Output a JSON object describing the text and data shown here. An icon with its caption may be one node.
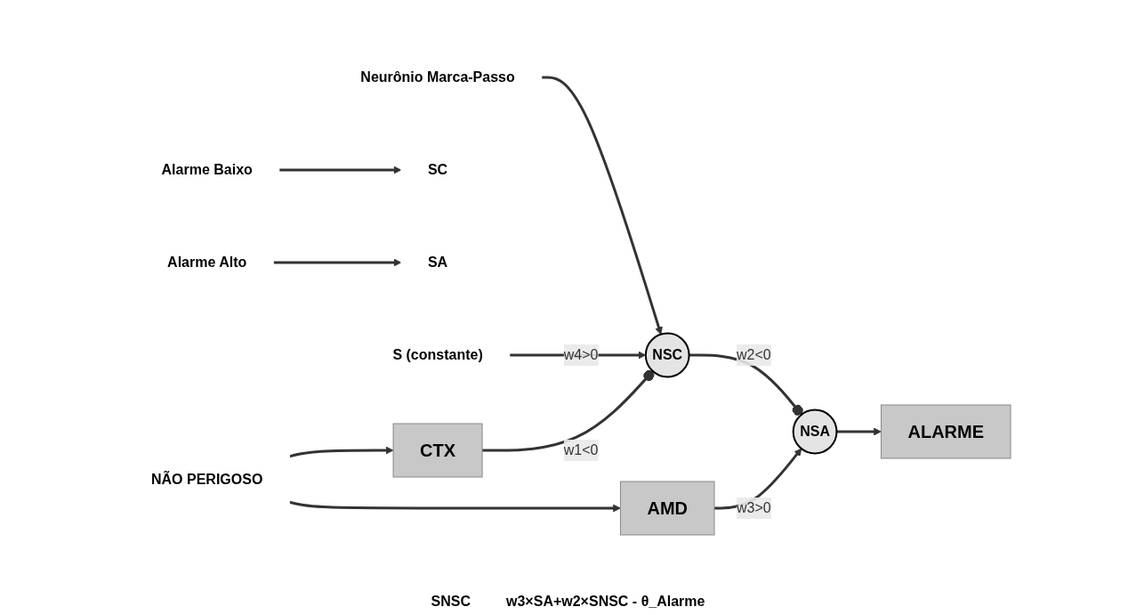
{
  "diagram": {
    "nodes": [
      {
        "text": [
          "NÃO PERIGOSO"
        ]
      },
      {
        "text": [
          "CTX"
        ]
      },
      {
        "text": [
          "AMD"
        ]
      },
      {
        "text": [
          "Alarme Baixo"
        ]
      },
      {
        "text": [
          "SC"
        ]
      },
      {
        "text": [
          "Alarme Alto"
        ]
      },
      {
        "text": [
          "SA"
        ]
      },
      {
        "text": [
          "S (constante)"
        ]
      },
      {
        "text": [
          "NSC"
        ]
      },
      {
        "text": [
          "Neurônio Marca-Passo"
        ]
      },
      {
        "text": [
          "NSA"
        ]
      },
      {
        "text": [
          "ALARME"
        ]
      }
    ],
    "edges": [
      {
        "from": 0,
        "to": 1,
        "arrow": "to"
      },
      {
        "from": 0,
        "to": 2,
        "arrow": "to"
      },
      {
        "from": 1,
        "to": 8,
        "arrow": "other",
        "label": "w1<0"
      },
      {
        "from": 3,
        "to": 4,
        "arrow": "to"
      },
      {
        "from": 2,
        "to": 10,
        "arrow": "to",
        "label": "w3>0"
      },
      {
        "from": 5,
        "to": 6,
        "arrow": "to"
      },
      {
        "from": 7,
        "to": 8,
        "arrow": "to",
        "label": "w4>0"
      },
      {
        "from": 9,
        "to": 8,
        "arrow": "to"
      },
      {
        "from": 8,
        "to": 10,
        "arrow": "other",
        "label": "w2<0"
      },
      {
        "from": 10,
        "to": 11,
        "arrow": "to"
      }
    ],
    "labels": [
      "SNSC",
      "w3×SA+w2×SNSC - θ_Alarme"
    ]
  }
}
